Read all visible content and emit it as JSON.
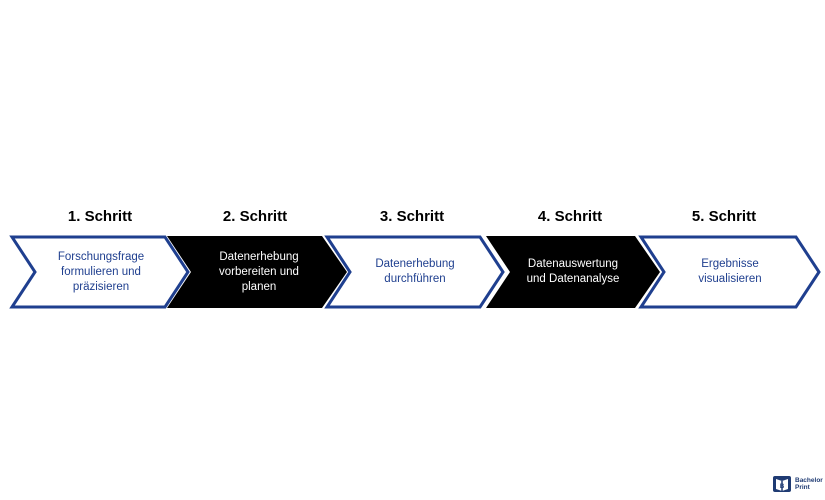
{
  "colors": {
    "accent_blue": "#1f3f8f",
    "text_blue": "#1f3f8f",
    "black": "#000000",
    "white": "#ffffff"
  },
  "steps": [
    {
      "title": "1. Schritt",
      "text": "Forschungsfrage\nformulieren und\npräzisieren",
      "style": "outline"
    },
    {
      "title": "2. Schritt",
      "text": "Datenerhebung\nvorbereiten und\nplanen",
      "style": "filled"
    },
    {
      "title": "3. Schritt",
      "text": "Datenerhebung\ndurchführen",
      "style": "outline"
    },
    {
      "title": "4. Schritt",
      "text": "Datenauswertung\nund Datenanalyse",
      "style": "filled"
    },
    {
      "title": "5. Schritt",
      "text": "Ergebnisse\nvisualisieren",
      "style": "outline"
    }
  ],
  "logo": {
    "text": "Bachelor\nPrint",
    "icon": "book-logo-icon"
  }
}
